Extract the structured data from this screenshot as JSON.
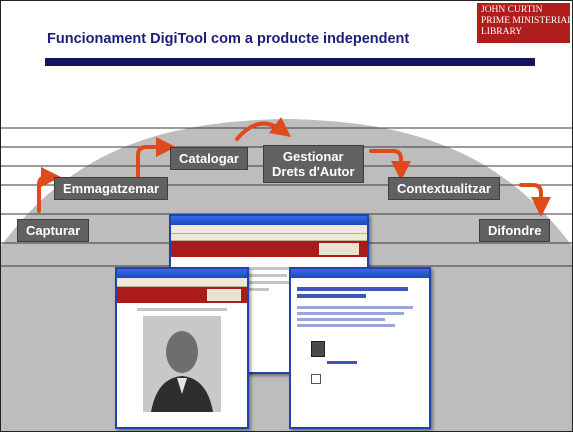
{
  "header": {
    "title": "Funcionament DigiTool com a producte independent",
    "logo_lines": [
      "JOHN CURTIN",
      "PRIME MINISTERIAL",
      "LIBRARY"
    ]
  },
  "workflow": {
    "steps": [
      {
        "label": "Capturar"
      },
      {
        "label": "Emmagatzemar"
      },
      {
        "label": "Catalogar"
      },
      {
        "label": "Gestionar",
        "label2": "Drets d'Autor"
      },
      {
        "label": "Contextualitzar"
      },
      {
        "label": "Difondre"
      }
    ]
  },
  "screenshots": {
    "names": [
      "record-page-screenshot",
      "portrait-page-screenshot",
      "dialog-screenshot"
    ]
  },
  "colors": {
    "title": "#1d1d7a",
    "title_bar": "#14145e",
    "step_bg": "#616161",
    "arrow": "#e04a1a",
    "logo_bg": "#b01d1d"
  }
}
